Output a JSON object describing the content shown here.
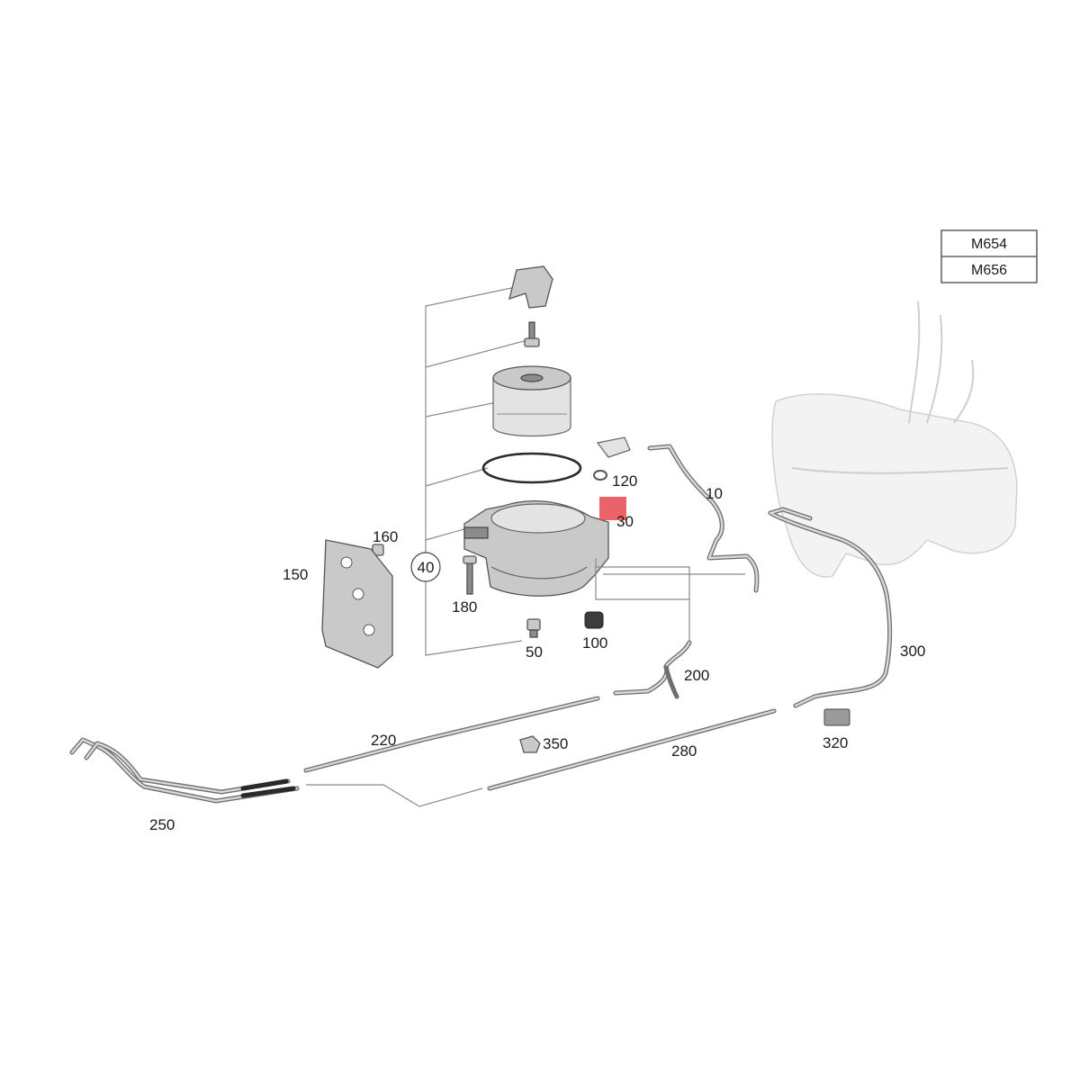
{
  "engine_codes": [
    "M654",
    "M656"
  ],
  "callouts": {
    "p10": "10",
    "p30": "30",
    "p40": "40",
    "p50": "50",
    "p100": "100",
    "p120": "120",
    "p150": "150",
    "p160": "160",
    "p180": "180",
    "p200": "200",
    "p220": "220",
    "p250": "250",
    "p280": "280",
    "p300": "300",
    "p320": "320",
    "p350": "350"
  },
  "colors": {
    "highlight": "#e8474f",
    "line": "#8a8a8a",
    "text": "#1a1a1a"
  }
}
